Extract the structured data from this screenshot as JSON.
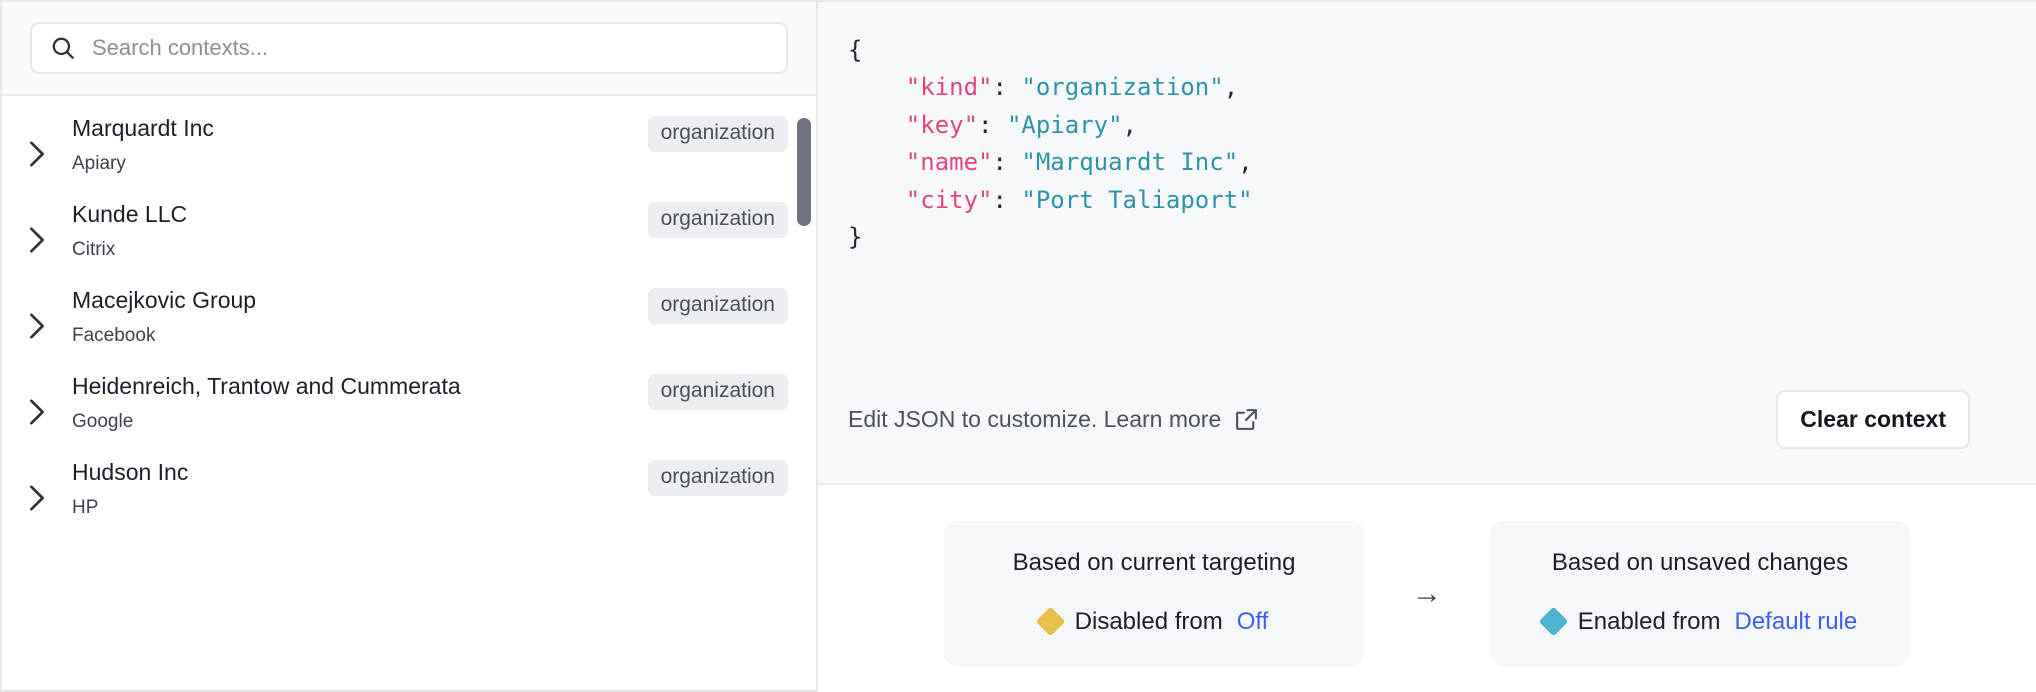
{
  "search": {
    "placeholder": "Search contexts...",
    "value": "",
    "icon": "search-icon"
  },
  "context_list": {
    "items": [
      {
        "name": "Marquardt Inc",
        "sub": "Apiary",
        "badge": "organization",
        "expand_icon": "chevron-right-icon"
      },
      {
        "name": "Kunde LLC",
        "sub": "Citrix",
        "badge": "organization",
        "expand_icon": "chevron-right-icon"
      },
      {
        "name": "Macejkovic Group",
        "sub": "Facebook",
        "badge": "organization",
        "expand_icon": "chevron-right-icon"
      },
      {
        "name": "Heidenreich, Trantow and Cummerata",
        "sub": "Google",
        "badge": "organization",
        "expand_icon": "chevron-right-icon"
      },
      {
        "name": "Hudson Inc",
        "sub": "HP",
        "badge": "organization",
        "expand_icon": "chevron-right-icon"
      }
    ]
  },
  "json_panel": {
    "open_brace": "{",
    "close_brace": "}",
    "lines": [
      {
        "key": "\"kind\"",
        "sep": ": ",
        "value": "\"organization\"",
        "comma": ","
      },
      {
        "key": "\"key\"",
        "sep": ": ",
        "value": "\"Apiary\"",
        "comma": ","
      },
      {
        "key": "\"name\"",
        "sep": ": ",
        "value": "\"Marquardt Inc\"",
        "comma": ","
      },
      {
        "key": "\"city\"",
        "sep": ": ",
        "value": "\"Port Taliaport\"",
        "comma": ""
      }
    ],
    "edit_hint": "Edit JSON to customize. Learn more",
    "external_link_icon": "external-link-icon",
    "clear_button": "Clear context"
  },
  "compare": {
    "arrow": "→",
    "left": {
      "title": "Based on current targeting",
      "status_prefix": "Disabled from",
      "status_link": "Off",
      "diamond_color": "#e7c14b"
    },
    "right": {
      "title": "Based on unsaved changes",
      "status_prefix": "Enabled from",
      "status_link": "Default rule",
      "diamond_color": "#4cb4cf"
    }
  },
  "colors": {
    "json_key": "#e0467f",
    "json_value": "#2f93a8",
    "link": "#3b5cf6",
    "panel_bg": "#f7f8fa",
    "border": "#e5e7eb"
  }
}
